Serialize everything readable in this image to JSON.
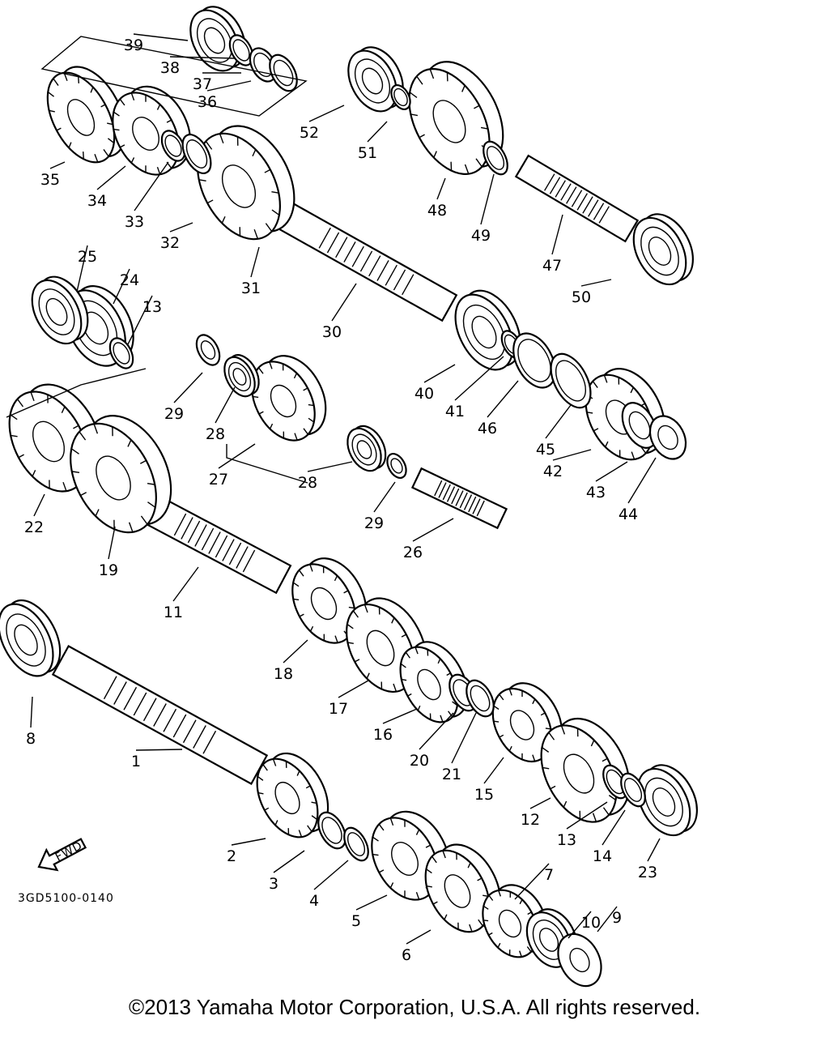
{
  "diagram": {
    "part_code": "3GD5100-0140",
    "front_label": "FWD",
    "callouts": [
      "1",
      "2",
      "3",
      "4",
      "5",
      "6",
      "7",
      "8",
      "9",
      "10",
      "11",
      "12",
      "13",
      "13",
      "14",
      "15",
      "16",
      "17",
      "18",
      "19",
      "20",
      "21",
      "22",
      "23",
      "24",
      "25",
      "26",
      "27",
      "28",
      "28",
      "29",
      "29",
      "30",
      "31",
      "32",
      "33",
      "34",
      "35",
      "36",
      "37",
      "38",
      "39",
      "40",
      "41",
      "42",
      "43",
      "44",
      "45",
      "46",
      "47",
      "48",
      "49",
      "50",
      "51",
      "52"
    ]
  },
  "footer": {
    "copyright": "©2013 Yamaha Motor Corporation, U.S.A. All rights reserved."
  }
}
